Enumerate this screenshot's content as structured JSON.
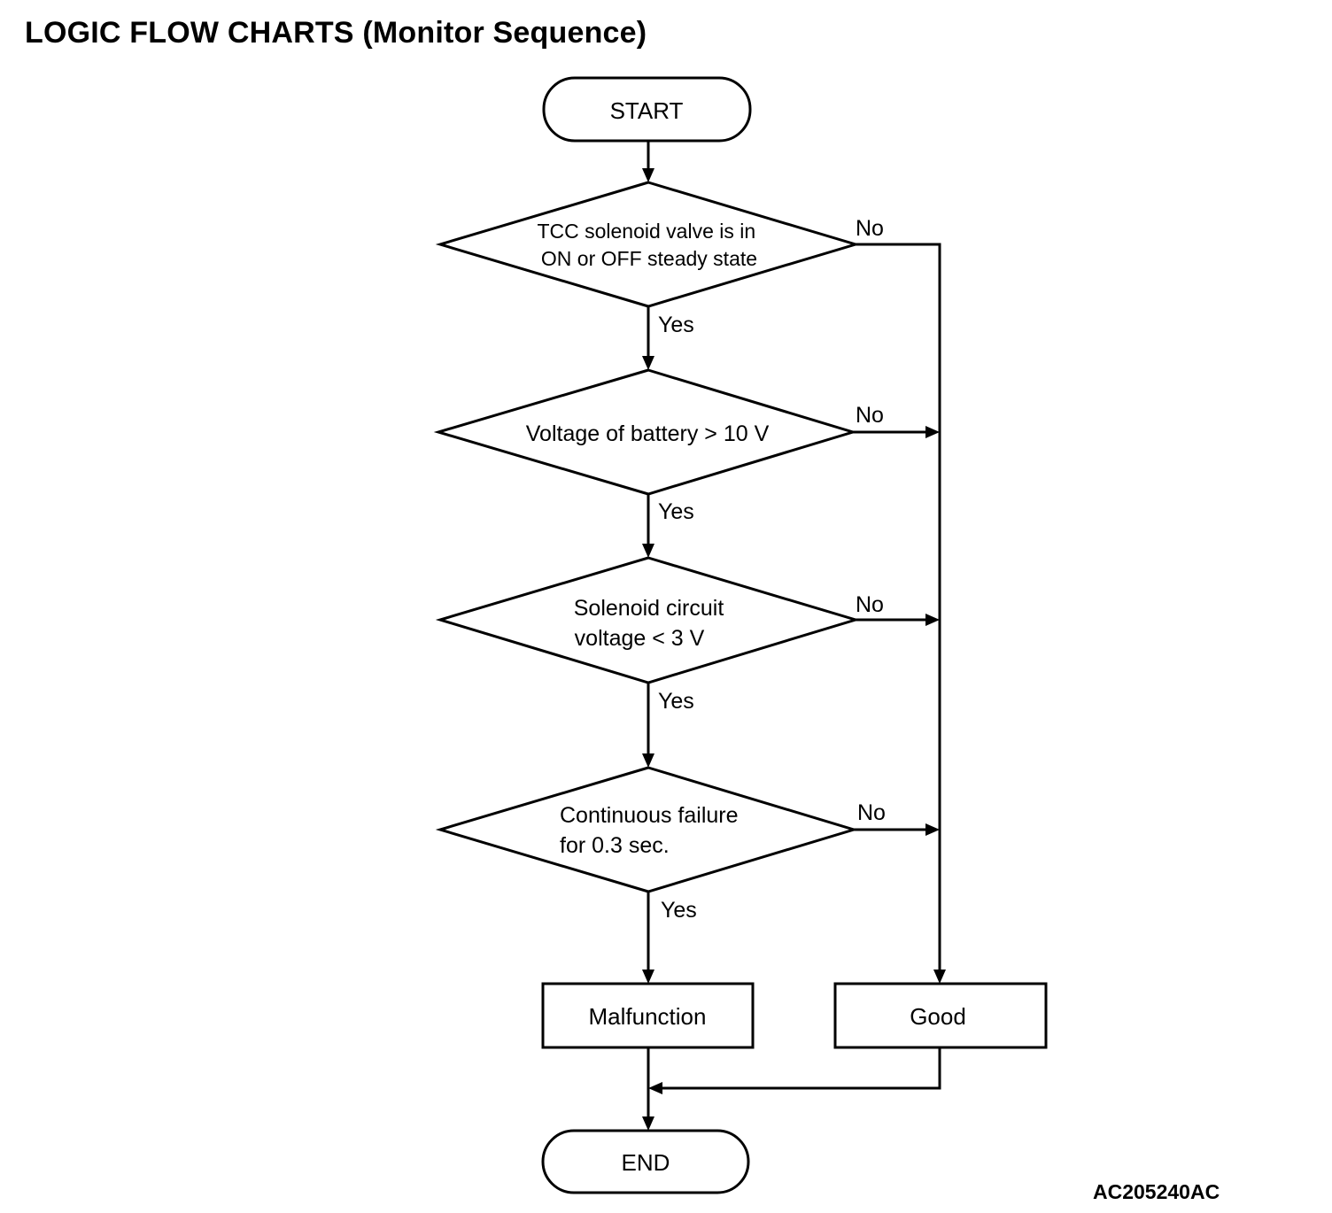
{
  "title": "LOGIC FLOW CHARTS (Monitor Sequence)",
  "figure_code": "AC205240AC",
  "nodes": {
    "start": {
      "label": "START"
    },
    "decision_1": {
      "lines": [
        "TCC solenoid valve is in",
        "ON or OFF steady state"
      ]
    },
    "decision_2": {
      "lines": [
        "Voltage of battery > 10 V"
      ]
    },
    "decision_3": {
      "lines": [
        "Solenoid circuit",
        "voltage < 3 V"
      ]
    },
    "decision_4": {
      "lines": [
        "Continuous failure",
        "for 0.3 sec."
      ]
    },
    "malfunction": {
      "label": "Malfunction"
    },
    "good": {
      "label": "Good"
    },
    "end": {
      "label": "END"
    }
  },
  "edge_labels": {
    "yes": "Yes",
    "no": "No"
  }
}
